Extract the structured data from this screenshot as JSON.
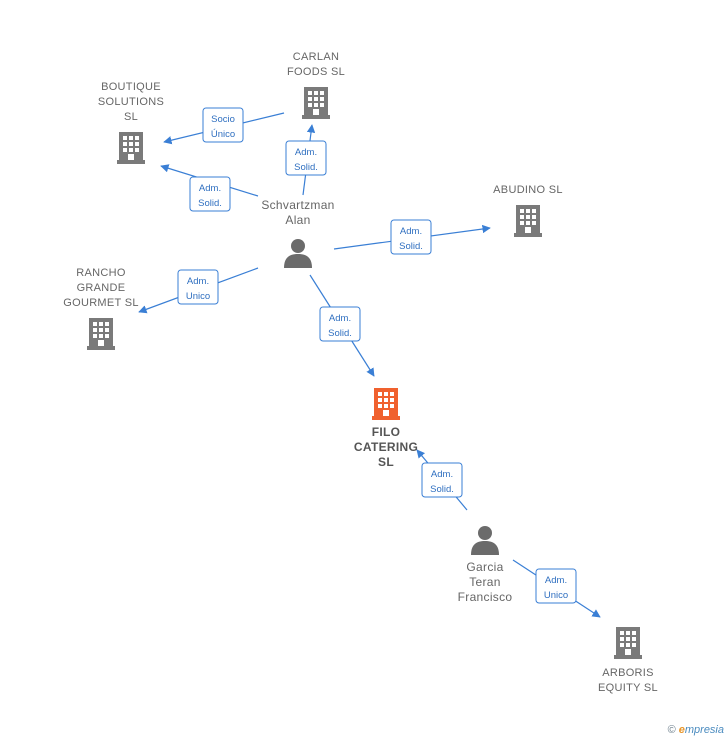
{
  "colors": {
    "edge": "#3a7fd5",
    "company": "#7a7a7a",
    "main_company": "#f0612e",
    "person": "#6b6b6b"
  },
  "nodes": [
    {
      "id": "carlan",
      "type": "company",
      "label": [
        "CARLAN",
        "FOODS  SL"
      ],
      "icon": "building-icon"
    },
    {
      "id": "boutique",
      "type": "company",
      "label": [
        "BOUTIQUE",
        "SOLUTIONS",
        "SL"
      ],
      "icon": "building-icon"
    },
    {
      "id": "abudino",
      "type": "company",
      "label": [
        "ABUDINO  SL"
      ],
      "icon": "building-icon"
    },
    {
      "id": "rancho",
      "type": "company",
      "label": [
        "RANCHO",
        "GRANDE",
        "GOURMET  SL"
      ],
      "icon": "building-icon"
    },
    {
      "id": "schvartzman",
      "type": "person",
      "label": [
        "Schvartzman",
        "Alan"
      ],
      "icon": "person-icon"
    },
    {
      "id": "filo",
      "type": "main",
      "label": [
        "FILO",
        "CATERING",
        "SL"
      ],
      "icon": "building-icon"
    },
    {
      "id": "garcia",
      "type": "person",
      "label": [
        "Garcia",
        "Teran",
        "Francisco"
      ],
      "icon": "person-icon"
    },
    {
      "id": "arboris",
      "type": "company",
      "label": [
        "ARBORIS",
        "EQUITY  SL"
      ],
      "icon": "building-icon"
    }
  ],
  "edges": [
    {
      "from": "carlan",
      "to": "boutique",
      "label": [
        "Socio",
        "Único"
      ]
    },
    {
      "from": "schvartzman",
      "to": "carlan",
      "label": [
        "Adm.",
        "Solid."
      ]
    },
    {
      "from": "schvartzman",
      "to": "boutique",
      "label": [
        "Adm.",
        "Solid."
      ]
    },
    {
      "from": "schvartzman",
      "to": "abudino",
      "label": [
        "Adm.",
        "Solid."
      ]
    },
    {
      "from": "schvartzman",
      "to": "rancho",
      "label": [
        "Adm.",
        "Unico"
      ]
    },
    {
      "from": "schvartzman",
      "to": "filo",
      "label": [
        "Adm.",
        "Solid."
      ]
    },
    {
      "from": "garcia",
      "to": "filo",
      "label": [
        "Adm.",
        "Solid."
      ]
    },
    {
      "from": "garcia",
      "to": "arboris",
      "label": [
        "Adm.",
        "Unico"
      ]
    }
  ],
  "credit": {
    "symbol": "©",
    "brand_initial": "e",
    "brand_rest": "mpresia"
  }
}
